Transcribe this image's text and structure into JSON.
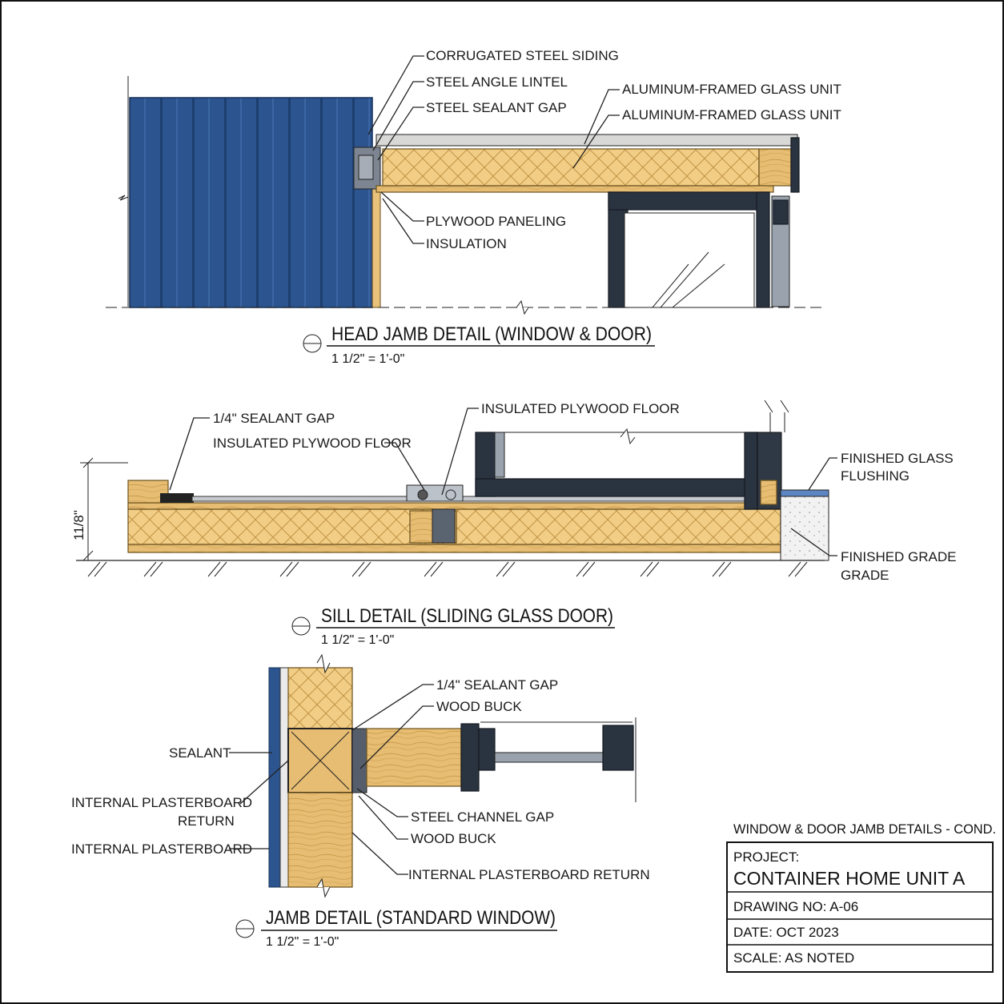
{
  "head_detail": {
    "title": "HEAD JAMB DETAIL (WINDOW & DOOR)",
    "scale": "1 1/2\" = 1'-0\"",
    "labels": {
      "corrugated_siding": "CORRUGATED STEEL SIDING",
      "steel_angle_lintel": "STEEL ANGLE LINTEL",
      "steel_sealant_gap": "STEEL SEALANT GAP",
      "aluminum_glass_unit_1": "ALUMINUM-FRAMED GLASS UNIT",
      "aluminum_glass_unit_2": "ALUMINUM-FRAMED GLASS UNIT",
      "plywood_paneling": "PLYWOOD PANELING",
      "insulation": "INSULATION"
    }
  },
  "sill_detail": {
    "title": "SILL DETAIL (SLIDING GLASS DOOR)",
    "scale": "1 1/2\" = 1'-0\"",
    "dimension": "11/8\"",
    "labels": {
      "sealant_gap": "1/4\" SEALANT GAP",
      "insulated_floor_left": "INSULATED PLYWOOD FLOOR",
      "insulated_floor_top": "INSULATED PLYWOOD FLOOR",
      "finished_glass_1": "FINISHED GLASS",
      "finished_glass_2": "FLUSHING",
      "finished_grade_1": "FINISHED GRADE",
      "finished_grade_2": "GRADE"
    }
  },
  "jamb_detail": {
    "title": "JAMB DETAIL (STANDARD WINDOW)",
    "scale": "1 1/2\" = 1'-0\"",
    "labels": {
      "sealant_gap": "1/4\" SEALANT GAP",
      "wood_buck_top": "WOOD BUCK",
      "sealant": "SEALANT",
      "plasterboard_return_1": "INTERNAL PLASTERBOARD",
      "plasterboard_return_2": "RETURN",
      "internal_plasterboard": "INTERNAL PLASTERBOARD",
      "steel_channel_gap": "STEEL CHANNEL GAP",
      "wood_buck_bottom": "WOOD BUCK",
      "plasterboard_return_right": "INTERNAL PLASTERBOARD RETURN"
    }
  },
  "title_block": {
    "sheet_title": "WINDOW & DOOR JAMB DETAILS - COND.",
    "project_label": "PROJECT:",
    "project_name": "CONTAINER HOME UNIT A",
    "drawing_no": "DRAWING NO: A-06",
    "date": "DATE: OCT 2023",
    "scale": "SCALE: AS NOTED"
  },
  "colors": {
    "steel_siding": "#2c5590",
    "plywood": "#e8c17a",
    "insulation": "#f0cf8c",
    "frame": "#2a3340"
  }
}
